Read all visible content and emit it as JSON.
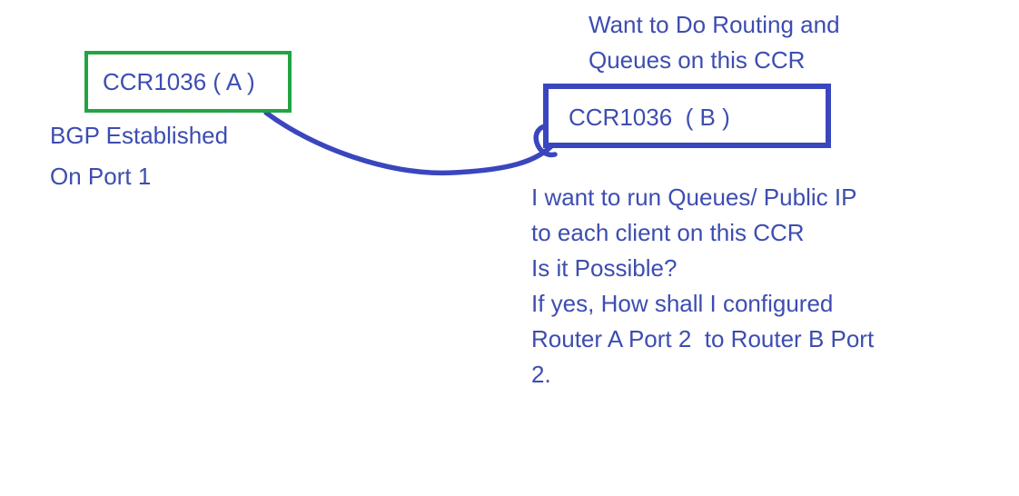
{
  "router_a": {
    "label": "CCR1036 ( A )",
    "notes": [
      "BGP Established",
      "On Port 1"
    ]
  },
  "router_b": {
    "label": "CCR1036  ( B )",
    "caption": [
      "Want to Do Routing and",
      "Queues on this CCR"
    ]
  },
  "question": {
    "lines": [
      "I want to run Queues/ Public IP",
      "to each client on this CCR",
      "Is it Possible?",
      "If yes, How shall I configured",
      "Router A Port 2  to Router B Port",
      "2."
    ]
  },
  "colors": {
    "text": "#3d4db0",
    "link": "#3a46be",
    "router_a_border": "#23a444",
    "router_b_border": "#3a46be",
    "background": "#ffffff"
  }
}
